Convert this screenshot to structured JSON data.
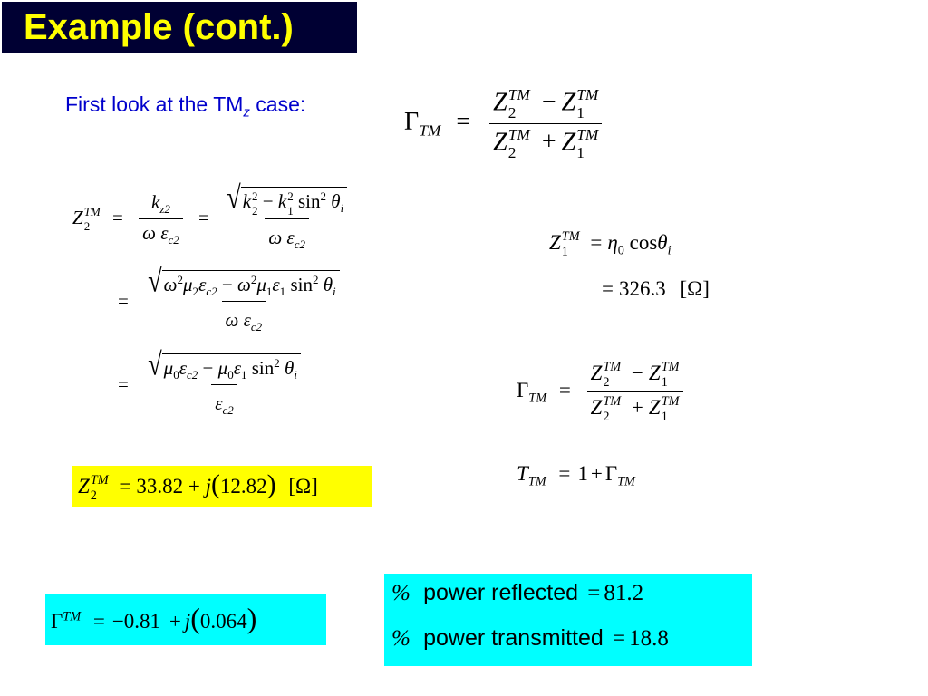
{
  "title": "Example (cont.)",
  "intro": {
    "text": "First look at the TM",
    "sub": "z",
    "suffix": " case:"
  },
  "labels": {
    "Z": "Z",
    "TM": "TM",
    "one": "1",
    "two": "2",
    "Gamma": "Γ",
    "T": "T",
    "k": "k",
    "z2": "z2",
    "c2": "c2",
    "omega": "ω",
    "eps": "ε",
    "mu": "μ",
    "eta": "η",
    "theta": "θ",
    "i": "i",
    "zero": "0",
    "sin": "sin",
    "cos": "cos",
    "j": "j",
    "percent": "%"
  },
  "values": {
    "z1_value": "326.3",
    "ohm_unit": "[Ω]",
    "z2_real": "33.82",
    "z2_imag": "12.82",
    "gamma_real": "−0.81",
    "gamma_imag": "0.064",
    "power_reflected_label": "power reflected",
    "power_reflected_value": "81.2",
    "power_transmitted_label": "power transmitted",
    "power_transmitted_value": "18.8"
  },
  "colors": {
    "title_bg": "#000033",
    "title_text": "#ffff00",
    "intro_text": "#0000cc",
    "highlight_yellow": "#ffff00",
    "highlight_cyan": "#00ffff"
  }
}
